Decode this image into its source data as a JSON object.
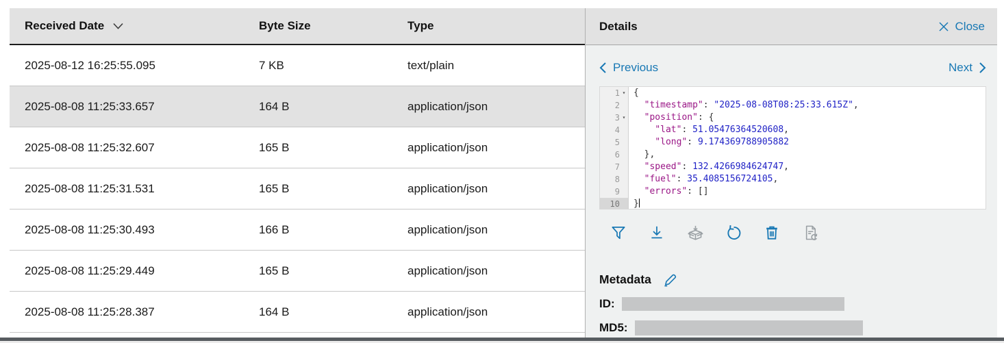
{
  "colors": {
    "accent": "#1878b4",
    "header_bg": "#e2e2e2",
    "selected_row_bg": "#e2e2e2",
    "panel_bg": "#eff1f1",
    "redaction_bar": "#c5c6c7",
    "syntax_key": "#9a1686",
    "syntax_value": "#2022c6",
    "disabled_icon": "#9aa0a4",
    "bottom_bar": "#575c60"
  },
  "table": {
    "columns": [
      "Received Date",
      "Byte Size",
      "Type"
    ],
    "sort_icon": "chevron-down-icon",
    "rows": [
      {
        "date": "2025-08-12 16:25:55.095",
        "size": "7 KB",
        "type": "text/plain",
        "selected": false
      },
      {
        "date": "2025-08-08 11:25:33.657",
        "size": "164 B",
        "type": "application/json",
        "selected": true
      },
      {
        "date": "2025-08-08 11:25:32.607",
        "size": "165 B",
        "type": "application/json",
        "selected": false
      },
      {
        "date": "2025-08-08 11:25:31.531",
        "size": "165 B",
        "type": "application/json",
        "selected": false
      },
      {
        "date": "2025-08-08 11:25:30.493",
        "size": "166 B",
        "type": "application/json",
        "selected": false
      },
      {
        "date": "2025-08-08 11:25:29.449",
        "size": "165 B",
        "type": "application/json",
        "selected": false
      },
      {
        "date": "2025-08-08 11:25:28.387",
        "size": "164 B",
        "type": "application/json",
        "selected": false
      }
    ]
  },
  "details": {
    "title": "Details",
    "close_label": "Close",
    "previous_label": "Previous",
    "next_label": "Next",
    "editor": {
      "lines": [
        {
          "n": 1,
          "fold": true,
          "seg": [
            {
              "t": "{",
              "c": "p"
            }
          ]
        },
        {
          "n": 2,
          "seg": [
            {
              "t": "  ",
              "c": "p"
            },
            {
              "t": "\"timestamp\"",
              "c": "k"
            },
            {
              "t": ": ",
              "c": "p"
            },
            {
              "t": "\"2025-08-08T08:25:33.615Z\"",
              "c": "s"
            },
            {
              "t": ",",
              "c": "p"
            }
          ]
        },
        {
          "n": 3,
          "fold": true,
          "seg": [
            {
              "t": "  ",
              "c": "p"
            },
            {
              "t": "\"position\"",
              "c": "k"
            },
            {
              "t": ": {",
              "c": "p"
            }
          ]
        },
        {
          "n": 4,
          "seg": [
            {
              "t": "    ",
              "c": "p"
            },
            {
              "t": "\"lat\"",
              "c": "k"
            },
            {
              "t": ": ",
              "c": "p"
            },
            {
              "t": "51.05476364520608",
              "c": "n"
            },
            {
              "t": ",",
              "c": "p"
            }
          ]
        },
        {
          "n": 5,
          "seg": [
            {
              "t": "    ",
              "c": "p"
            },
            {
              "t": "\"long\"",
              "c": "k"
            },
            {
              "t": ": ",
              "c": "p"
            },
            {
              "t": "9.174369788905882",
              "c": "n"
            }
          ]
        },
        {
          "n": 6,
          "seg": [
            {
              "t": "  },",
              "c": "p"
            }
          ]
        },
        {
          "n": 7,
          "seg": [
            {
              "t": "  ",
              "c": "p"
            },
            {
              "t": "\"speed\"",
              "c": "k"
            },
            {
              "t": ": ",
              "c": "p"
            },
            {
              "t": "132.4266984624747",
              "c": "n"
            },
            {
              "t": ",",
              "c": "p"
            }
          ]
        },
        {
          "n": 8,
          "seg": [
            {
              "t": "  ",
              "c": "p"
            },
            {
              "t": "\"fuel\"",
              "c": "k"
            },
            {
              "t": ": ",
              "c": "p"
            },
            {
              "t": "35.4085156724105",
              "c": "n"
            },
            {
              "t": ",",
              "c": "p"
            }
          ]
        },
        {
          "n": 9,
          "seg": [
            {
              "t": "  ",
              "c": "p"
            },
            {
              "t": "\"errors\"",
              "c": "k"
            },
            {
              "t": ": []",
              "c": "p"
            }
          ]
        },
        {
          "n": 10,
          "active": true,
          "cursor": true,
          "seg": [
            {
              "t": "}",
              "c": "p"
            }
          ]
        }
      ]
    },
    "toolbar": {
      "buttons": [
        {
          "icon": "filter-icon",
          "enabled": true
        },
        {
          "icon": "download-icon",
          "enabled": true
        },
        {
          "icon": "package-icon",
          "enabled": false
        },
        {
          "icon": "refresh-icon",
          "enabled": true
        },
        {
          "icon": "delete-icon",
          "enabled": true
        },
        {
          "icon": "reprocess-file-icon",
          "enabled": false
        }
      ]
    },
    "metadata": {
      "title": "Metadata",
      "edit_icon": "pencil-icon",
      "fields": [
        {
          "label": "ID:",
          "value_redacted": true
        },
        {
          "label": "MD5:",
          "value_redacted": true
        }
      ]
    }
  }
}
